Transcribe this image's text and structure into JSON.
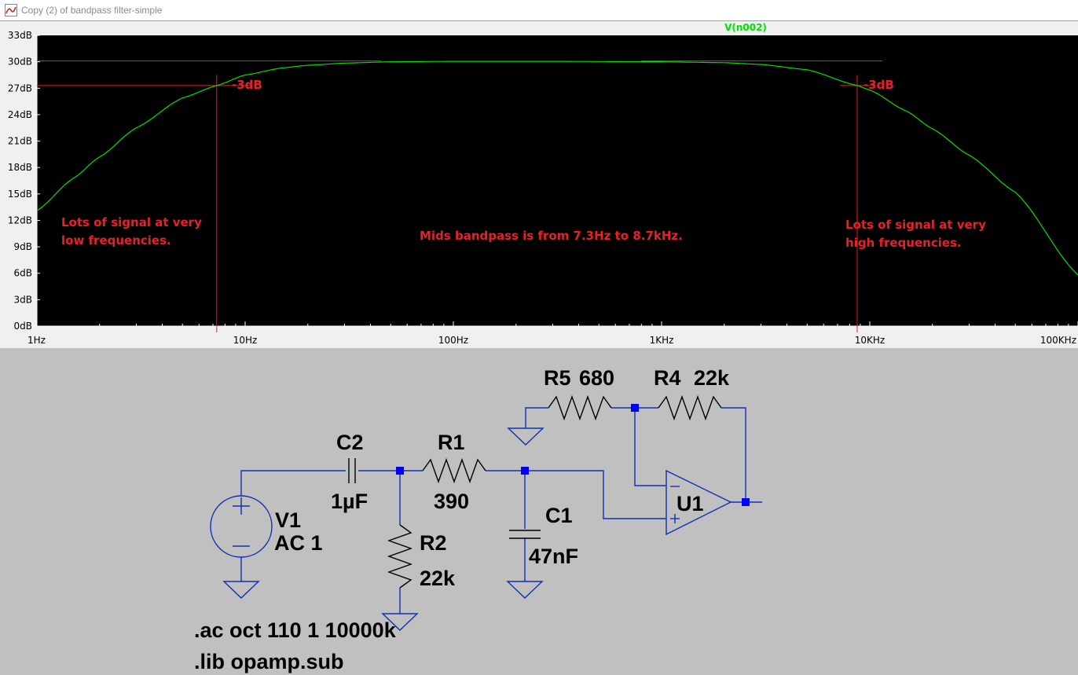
{
  "window": {
    "title": "Copy (2) of bandpass filter-simple",
    "icon": "waveform-icon"
  },
  "plot": {
    "trace_label": "V(n002)",
    "colors": {
      "background": "#000000",
      "trace": "#00e000",
      "annotation": "#e8202a",
      "axis": "#ffffff"
    },
    "annotations": {
      "left_3db": "-3dB",
      "right_3db": "-3dB",
      "low_note_line1": "Lots of signal at very",
      "low_note_line2": "low frequencies.",
      "mid_note": "Mids bandpass is from 7.3Hz to 8.7kHz.",
      "high_note_line1": "Lots of signal at very",
      "high_note_line2": "high frequencies."
    }
  },
  "chart_data": {
    "type": "line",
    "x_scale": "log",
    "xlim": [
      1,
      100000
    ],
    "ylim": [
      0,
      33
    ],
    "x_ticks": [
      "1Hz",
      "10Hz",
      "100Hz",
      "1KHz",
      "10KHz",
      "100KHz"
    ],
    "y_ticks": [
      "0dB",
      "3dB",
      "6dB",
      "9dB",
      "12dB",
      "15dB",
      "18dB",
      "21dB",
      "24dB",
      "27dB",
      "30dB",
      "33dB"
    ],
    "series": [
      {
        "name": "V(n002)",
        "color": "#00e000",
        "x": [
          1,
          1.5,
          2,
          3,
          5,
          7.3,
          10,
          15,
          20,
          30,
          50,
          100,
          300,
          1000,
          2000,
          3000,
          5000,
          8700,
          10000,
          15000,
          20000,
          30000,
          50000,
          100000
        ],
        "y": [
          13.1,
          16.8,
          19.2,
          22.5,
          25.9,
          27.3,
          28.5,
          29.3,
          29.6,
          29.85,
          30.0,
          30.05,
          30.05,
          30.0,
          29.9,
          29.7,
          29.1,
          27.3,
          26.8,
          24.4,
          22.4,
          19.4,
          15.2,
          5.8
        ]
      }
    ],
    "reference_lines": {
      "passband_db": 30.1,
      "minus3db_db": 27.3,
      "f_low_hz": 7.3,
      "f_high_hz": 8700
    }
  },
  "schematic": {
    "wire_color": "#1030b0",
    "junction_color": "#0000ff",
    "components": {
      "v1_name": "V1",
      "v1_value": "AC 1",
      "c2_name": "C2",
      "c2_value": "1µF",
      "r1_name": "R1",
      "r1_value": "390",
      "r2_name": "R2",
      "r2_value": "22k",
      "c1_name": "C1",
      "c1_value": "47nF",
      "r5_name": "R5",
      "r5_value": "680",
      "r4_name": "R4",
      "r4_value": "22k",
      "u1_name": "U1"
    },
    "directives": {
      "ac": ".ac oct 110 1 10000k",
      "lib": ".lib opamp.sub"
    }
  }
}
